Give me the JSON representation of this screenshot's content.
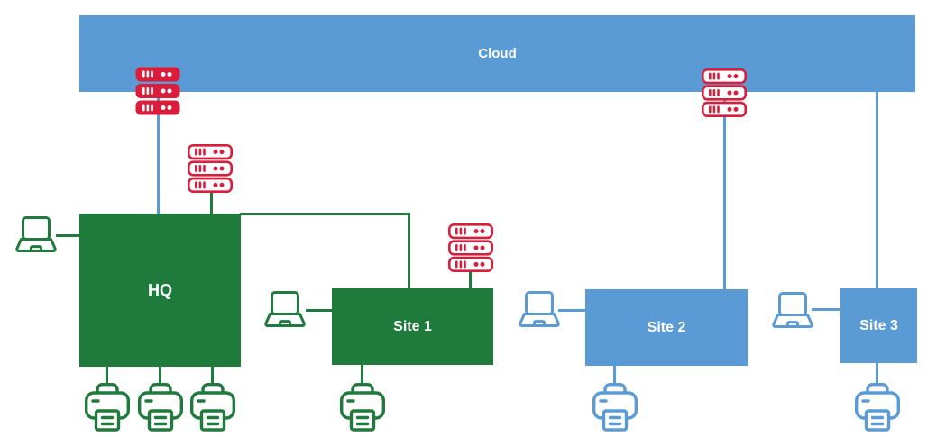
{
  "palette": {
    "blue": "#5B9BD5",
    "green": "#1E7B3C",
    "red": "#D91E3C",
    "label_color": "#FFFFFF",
    "background": "#FFFFFF"
  },
  "nodes": {
    "cloud": {
      "label": "Cloud",
      "color": "blue"
    },
    "hq": {
      "label": "HQ",
      "color": "green"
    },
    "site1": {
      "label": "Site 1",
      "color": "green"
    },
    "site2": {
      "label": "Site 2",
      "color": "blue"
    },
    "site3": {
      "label": "Site 3",
      "color": "blue"
    }
  },
  "devices": {
    "server_racks": [
      {
        "icon": "server-rack-icon",
        "style": "solid",
        "color": "red",
        "location": "on Cloud-to-HQ link"
      },
      {
        "icon": "server-rack-icon",
        "style": "outline",
        "color": "red",
        "location": "above HQ"
      },
      {
        "icon": "server-rack-icon",
        "style": "outline",
        "color": "red",
        "location": "above Site 1"
      },
      {
        "icon": "server-rack-icon",
        "style": "outline",
        "color": "red",
        "location": "on Cloud-to-Site 2 link"
      }
    ],
    "laptops": [
      {
        "icon": "laptop-icon",
        "color": "green",
        "connected_to": "HQ"
      },
      {
        "icon": "laptop-icon",
        "color": "green",
        "connected_to": "Site 1"
      },
      {
        "icon": "laptop-icon",
        "color": "blue",
        "connected_to": "Site 2"
      },
      {
        "icon": "laptop-icon",
        "color": "blue",
        "connected_to": "Site 3"
      }
    ],
    "printers": [
      {
        "icon": "printer-icon",
        "color": "green",
        "connected_to": "HQ"
      },
      {
        "icon": "printer-icon",
        "color": "green",
        "connected_to": "HQ"
      },
      {
        "icon": "printer-icon",
        "color": "green",
        "connected_to": "HQ"
      },
      {
        "icon": "printer-icon",
        "color": "green",
        "connected_to": "Site 1"
      },
      {
        "icon": "printer-icon",
        "color": "blue",
        "connected_to": "Site 2"
      },
      {
        "icon": "printer-icon",
        "color": "blue",
        "connected_to": "Site 3"
      }
    ]
  },
  "edges": [
    {
      "from": "Cloud",
      "to": "HQ",
      "color": "blue"
    },
    {
      "from": "Cloud",
      "to": "Site 2",
      "color": "blue"
    },
    {
      "from": "Cloud",
      "to": "Site 3",
      "color": "blue"
    },
    {
      "from": "HQ",
      "to": "Site 1",
      "color": "green"
    }
  ]
}
